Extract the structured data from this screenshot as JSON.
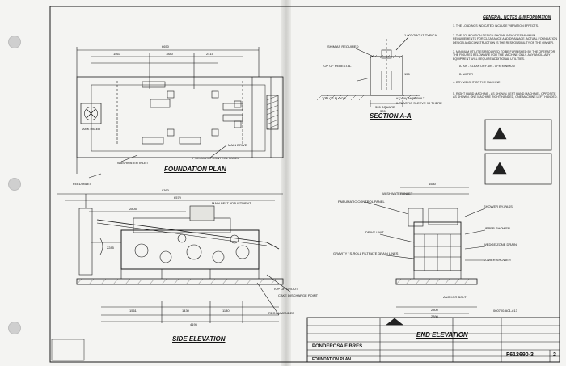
{
  "document": {
    "views": {
      "foundation_plan": "FOUNDATION PLAN",
      "side_elevation": "SIDE ELEVATION",
      "end_elevation": "END ELEVATION",
      "section_aa": "SECTION A-A"
    },
    "notes_title": "GENERAL NOTES & INFORMATION",
    "notes": [
      "1. THE LOADINGS INDICATED INCLUDE VIBRATION EFFECTS.",
      "2. THE FOUNDATION DESIGN SHOWN INDICATES MINIMUM REQUIREMENTS FOR CLEARANCE AND DRAINAGE. ACTUAL FOUNDATION DESIGN AND CONSTRUCTION IS THE RESPONSIBILITY OF THE OWNER.",
      "3. MINIMUM UTILITIES REQUIRED TO BE FURNISHED BY THE OPERATOR. THE FIGURES BELOW ARE FOR THE MACHINE ONLY. ANY ANCILLARY EQUIPMENT WILL REQUIRE ADDITIONAL UTILITIES.",
      "A. AIR - CLEAN DRY AIR - CFM MINIMUM",
      "B. WATER",
      "4. DRY WEIGHT OF THE MACHINE",
      "5. RIGHT HAND MACHINE - AS SHOWN. LEFT HAND MACHINE - OPPOSITE AS SHOWN. ONE MACHINE RIGHT HANDED, ONE MACHINE LEFT HANDED."
    ],
    "labels": {
      "shim": "SHIM AS REQUIRED",
      "grout_typ": "1.00\" GROUT TYPICAL",
      "top_pedestal": "TOP OF PEDESTAL",
      "top_floor": "TOP OF FLOOR",
      "anchor_bolt": "#1\" ANCHOR BOLT",
      "sleeve": "HI-PLASTIC SLEEVE 90 THERE",
      "square": "305 SQUARE",
      "tank_mixer": "TANK MIXER",
      "washwater_inlet": "WASHWATER INLET",
      "pneumatic_panel": "PNEUMATIC CONTROL PANEL",
      "main_drive": "MAIN DRIVE",
      "feed_inlet": "FEED INLET",
      "main_belt_adj": "MAIN BELT ADJUSTMENT",
      "cake_discharge": "CAKE DISCHARGE POINT",
      "top_grout": "TOP OF GROUT",
      "recommended": "RECOMMENDED",
      "shower_bypass": "SHOWER BY-PASS",
      "upper_shower": "UPPER SHOWER",
      "wedge_zone": "WEDGE ZONE DRAIN",
      "lower_shower": "LOWER SHOWER",
      "drive_unit": "DRIVE UNIT",
      "gravity_drain": "GRAVITY / S-ROLL FILTRATE DRAIN LINES",
      "anchor_bolt2": "ANCHOR BOLT",
      "ref_num": "060700-A01-#13"
    },
    "dimensions": {
      "plan_overall": "6650",
      "plan_a": "1567",
      "plan_b": "1880",
      "plan_c": "2415",
      "side_overall": "8360",
      "side_a": "6570",
      "side_b": "2805",
      "side_c": "2285",
      "side_d": "1561",
      "side_e": "1430",
      "side_f": "1180",
      "side_g": "4195",
      "end_a": "1580",
      "end_b": "2300",
      "end_c": "2390",
      "sec_a": "305",
      "sec_b": "155"
    },
    "title_block": {
      "company": "PONDEROSA FIBRES",
      "drawing_title": "FOUNDATION PLAN",
      "drawing_number": "F612690-3",
      "sheet": "2"
    }
  }
}
